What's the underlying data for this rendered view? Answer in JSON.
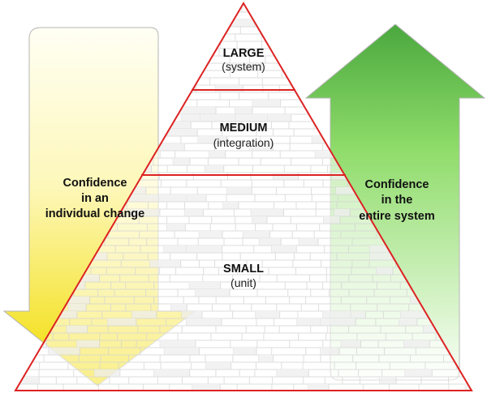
{
  "pyramid": {
    "tiers": [
      {
        "title": "LARGE",
        "subtitle": "(system)"
      },
      {
        "title": "MEDIUM",
        "subtitle": "(integration)"
      },
      {
        "title": "SMALL",
        "subtitle": "(unit)"
      }
    ]
  },
  "left_arrow": {
    "lines": [
      "Confidence",
      "in an",
      "individual change"
    ],
    "colors": {
      "top": "#fffff4",
      "bottom": "#f2dc00"
    }
  },
  "right_arrow": {
    "lines": [
      "Confidence",
      "in the",
      "entire system"
    ],
    "colors": {
      "top": "#4aa83e",
      "bottom": "#fafff8"
    }
  },
  "colors": {
    "outline": "#dd2222",
    "brick_line": "#d3d3d3",
    "brick_fill": "#eeeeee"
  }
}
